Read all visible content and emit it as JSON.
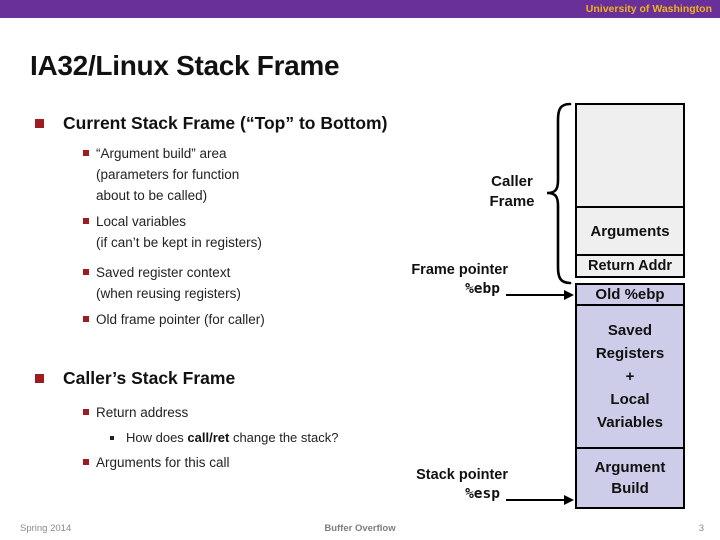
{
  "header": {
    "university": "University of Washington"
  },
  "title": "IA32/Linux Stack Frame",
  "content": {
    "section1": {
      "heading": "Current Stack Frame (“Top” to Bottom)",
      "items": [
        {
          "text": "“Argument build” area\n(parameters for function\nabout to be called)"
        },
        {
          "text": "Local variables\n(if can’t be kept in registers)"
        },
        {
          "text": "Saved register context\n(when reusing registers)"
        },
        {
          "text": "Old frame pointer (for caller)"
        }
      ]
    },
    "section2": {
      "heading": "Caller’s Stack Frame",
      "items": [
        {
          "text": "Return address"
        },
        {
          "text": "Arguments for this call"
        }
      ],
      "subitem": {
        "prefix": "How does ",
        "bold": "call/ret",
        "suffix": " change the stack?"
      }
    }
  },
  "diagram": {
    "caller_frame_label": "Caller\nFrame",
    "boxes": {
      "caller_top": "",
      "arguments": "Arguments",
      "return_addr": "Return Addr",
      "old_ebp": "Old %ebp",
      "saved_registers": "Saved\nRegisters\n+\nLocal\nVariables",
      "argument_build": "Argument\nBuild"
    },
    "frame_pointer": {
      "label": "Frame pointer",
      "register": "%ebp"
    },
    "stack_pointer": {
      "label": "Stack pointer",
      "register": "%esp"
    }
  },
  "footer": {
    "date": "Spring 2014",
    "course": "Buffer Overflow",
    "page": "3"
  },
  "colors": {
    "header_purple": "#693099",
    "header_gold": "#f2b11c",
    "bullet_maroon": "#9e1b1e",
    "box_gray": "#efefef",
    "box_lavender": "#cdcdea",
    "footer_gray": "#8a8a8a"
  }
}
